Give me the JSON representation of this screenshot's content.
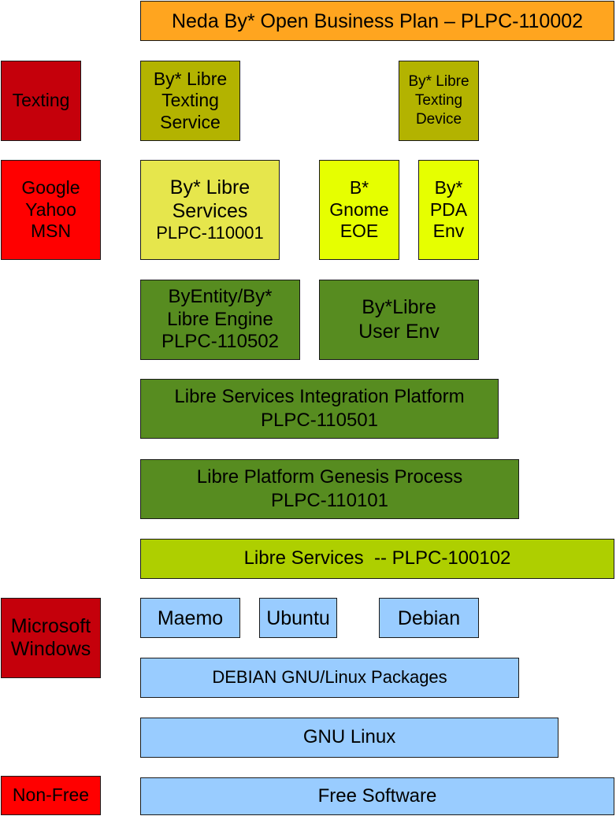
{
  "title": "Neda By* Open Business Plan – PLPC-110002",
  "nonfree": {
    "texting": [
      "Texting"
    ],
    "google": [
      "Google",
      "Yahoo",
      "MSN"
    ],
    "microsoft": [
      "Microsoft",
      "Windows"
    ],
    "nonfree": [
      "Non-Free"
    ]
  },
  "layers": {
    "texting_service": [
      "By* Libre",
      "Texting",
      "Service"
    ],
    "texting_device": [
      "By* Libre",
      "Texting",
      "Device"
    ],
    "libre_services_box": [
      "By* Libre",
      "Services",
      "PLPC-110001"
    ],
    "gnome_eoe": [
      "B*",
      "Gnome",
      "EOE"
    ],
    "pda_env": [
      "By*",
      "PDA",
      "Env"
    ],
    "libre_engine": [
      "ByEntity/By*",
      "Libre Engine",
      "PLPC-110502"
    ],
    "user_env": [
      "By*Libre",
      "User Env"
    ],
    "integration_platform": [
      "Libre Services Integration Platform",
      "PLPC-110501"
    ],
    "genesis_process": [
      "Libre Platform Genesis Process",
      "PLPC-110101"
    ],
    "libre_services_bar": "Libre Services  -- PLPC-100102",
    "maemo": "Maemo",
    "ubuntu": "Ubuntu",
    "debian": "Debian",
    "debian_packages": "DEBIAN GNU/Linux Packages",
    "gnu_linux": "GNU Linux",
    "free_software": "Free Software"
  },
  "colors": {
    "title": "#ffa51f",
    "nonfree_dark": "#c5000b",
    "nonfree_bright": "#ff0000",
    "by_libre_olive": "#b3b300",
    "by_libre_pale": "#e6e64c",
    "by_env_yellow": "#e6ff00",
    "platform_green": "#578c20",
    "libre_services_lime": "#aecf00",
    "free_blue": "#99ccff"
  }
}
